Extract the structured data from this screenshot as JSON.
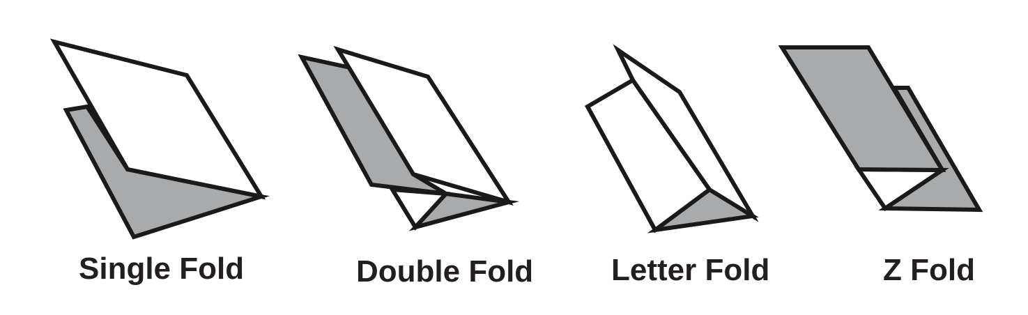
{
  "colors": {
    "paper_white": "#ffffff",
    "paper_gray": "#a9aaac",
    "outline": "#1a1a1a",
    "label_text": "#231f20"
  },
  "folds": [
    {
      "label": "Single Fold",
      "icon": "single-fold-icon"
    },
    {
      "label": "Double Fold",
      "icon": "double-fold-icon"
    },
    {
      "label": "Letter Fold",
      "icon": "letter-fold-icon"
    },
    {
      "label": "Z Fold",
      "icon": "z-fold-icon"
    }
  ]
}
